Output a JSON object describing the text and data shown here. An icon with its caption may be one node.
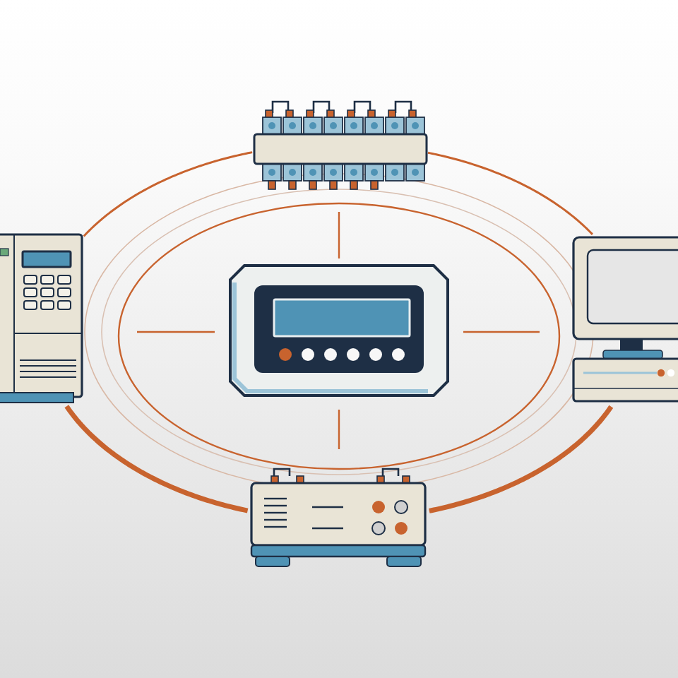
{
  "diagram": {
    "nodes": [
      {
        "text": [],
        "shape": "picture"
      },
      {
        "text": [],
        "shape": "picture"
      },
      {
        "text": [],
        "shape": "picture"
      },
      {
        "text": [],
        "shape": "picture"
      },
      {
        "text": [],
        "shape": "picture"
      }
    ],
    "edges": [
      {
        "from": 0,
        "to": 3,
        "arrow": "none"
      },
      {
        "from": 3,
        "to": 4,
        "arrow": "none",
        "style": "thick"
      },
      {
        "from": 4,
        "to": 1,
        "arrow": "none",
        "style": "thick"
      },
      {
        "from": 1,
        "to": 0,
        "arrow": "none"
      }
    ]
  }
}
